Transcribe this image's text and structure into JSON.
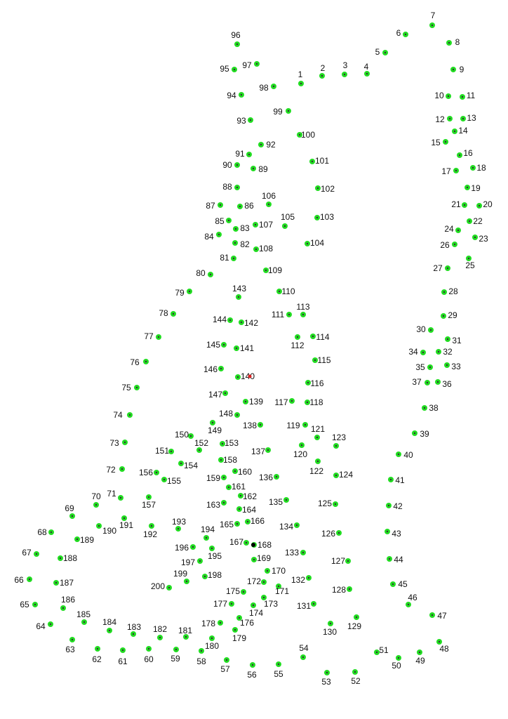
{
  "puzzle": {
    "type": "connect-the-dots",
    "dot_count": 200,
    "colors": {
      "background": "#ffffff",
      "dot": "#22dd22",
      "dot_center": "#333333",
      "label": "#111111",
      "start_marker": "#000000",
      "highlight_marker": "#dd2222"
    },
    "labels": [
      "1",
      "2",
      "3",
      "4",
      "5",
      "6",
      "7",
      "8",
      "9",
      "10",
      "11",
      "12",
      "13",
      "14",
      "15",
      "16",
      "17",
      "18",
      "19",
      "20",
      "21",
      "22",
      "23",
      "24",
      "25",
      "26",
      "27",
      "28",
      "29",
      "30",
      "31",
      "32",
      "33",
      "34",
      "35",
      "36",
      "37",
      "38",
      "39",
      "40",
      "41",
      "42",
      "43",
      "44",
      "45",
      "46",
      "47",
      "48",
      "49",
      "50",
      "51",
      "52",
      "53",
      "54",
      "55",
      "56",
      "57",
      "58",
      "59",
      "60",
      "61",
      "62",
      "63",
      "64",
      "65",
      "66",
      "67",
      "68",
      "69",
      "70",
      "71",
      "72",
      "73",
      "74",
      "75",
      "76",
      "77",
      "78",
      "79",
      "80",
      "81",
      "82",
      "83",
      "84",
      "85",
      "86",
      "87",
      "88",
      "89",
      "90",
      "91",
      "92",
      "93",
      "94",
      "95",
      "96",
      "97",
      "98",
      "99",
      "100",
      "101",
      "102",
      "103",
      "104",
      "105",
      "106",
      "107",
      "108",
      "109",
      "110",
      "111",
      "112",
      "113",
      "114",
      "115",
      "116",
      "117",
      "118",
      "119",
      "120",
      "121",
      "122",
      "123",
      "124",
      "125",
      "126",
      "127",
      "128",
      "129",
      "130",
      "131",
      "132",
      "133",
      "134",
      "135",
      "136",
      "137",
      "138",
      "139",
      "140",
      "141",
      "142",
      "143",
      "144",
      "145",
      "146",
      "147",
      "148",
      "149",
      "150",
      "151",
      "152",
      "153",
      "154",
      "155",
      "156",
      "157",
      "158",
      "159",
      "160",
      "161",
      "162",
      "163",
      "164",
      "165",
      "166",
      "167",
      "168",
      "169",
      "170",
      "171",
      "172",
      "173",
      "174",
      "175",
      "176",
      "177",
      "178",
      "179",
      "180",
      "181",
      "182",
      "183",
      "184",
      "185",
      "186",
      "187",
      "188",
      "189",
      "190",
      "191",
      "192",
      "193",
      "194",
      "195",
      "196",
      "197",
      "198",
      "199",
      "200"
    ]
  }
}
